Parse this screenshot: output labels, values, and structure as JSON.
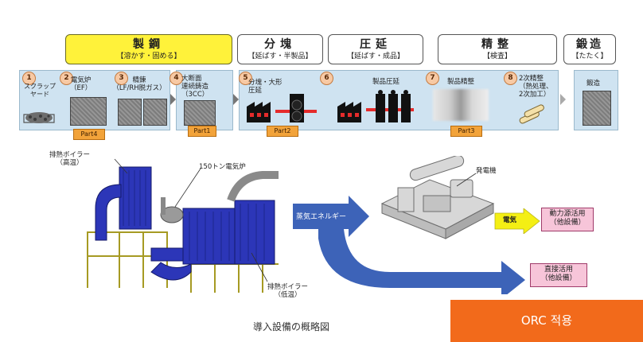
{
  "headers": [
    {
      "title": "製鋼",
      "sub": "【溶かす・固める】"
    },
    {
      "title": "分塊",
      "sub": "【延ばす・半製品】"
    },
    {
      "title": "圧延",
      "sub": "【延ばす・成品】"
    },
    {
      "title": "精整",
      "sub": "【検査】"
    },
    {
      "title": "鍛造",
      "sub": "【たたく】"
    }
  ],
  "steps": [
    {
      "num": "1",
      "label": "スクラップ\nヤード"
    },
    {
      "num": "2",
      "label": "電気炉\n（EF）"
    },
    {
      "num": "3",
      "label": "精錬\n（LF/RH脱ガス）"
    },
    {
      "num": "4",
      "label": "大断面\n連続鋳造\n（3CC）"
    },
    {
      "num": "5",
      "label": "分塊・大形\n圧延"
    },
    {
      "num": "6",
      "label": "製品圧延"
    },
    {
      "num": "7",
      "label": "製品精整"
    },
    {
      "num": "8",
      "label": "2次精整\n（熱処理、\n2次加工）"
    }
  ],
  "forging_label": "鍛造",
  "parts": [
    "Part4",
    "Part1",
    "Part2",
    "Part3"
  ],
  "equipment_labels": {
    "boiler_high": "排熱ボイラー\n（高温）",
    "furnace": "150トン電気炉",
    "boiler_low": "排熱ボイラー\n（低温）",
    "generator": "発電機"
  },
  "arrow_labels": {
    "steam": "蒸気エネルギー",
    "electricity": "電気"
  },
  "outputs": {
    "power_use": "動力源活用\n（他設備）",
    "direct_use": "直接活用\n（他設備）"
  },
  "caption": "導入設備の概略図",
  "orc_label": "ORC 적용",
  "colors": {
    "header_yellow": "#fff23a",
    "band_blue": "#cfe3f1",
    "part_orange": "#f2a33a",
    "arrow_blue": "#3d63b8",
    "elec_yellow": "#f4ef14",
    "output_pink": "#f7c5d9",
    "orc_orange": "#f26a1b"
  }
}
